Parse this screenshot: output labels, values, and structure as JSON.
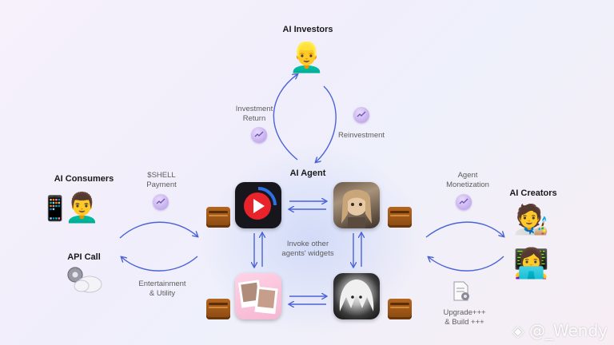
{
  "nodes": {
    "investors": {
      "title": "AI Investors",
      "icon": "man-blond-emoji"
    },
    "agent": {
      "title": "AI Agent"
    },
    "consumers": {
      "title": "AI Consumers",
      "icons": [
        "mobile-phone-emoji",
        "person-curly-hair-emoji"
      ]
    },
    "api": {
      "title": "API Call",
      "icon": "gear-cloud-icon"
    },
    "creators": {
      "title": "AI Creators",
      "icons": [
        "artist-emoji",
        "technologist-emoji"
      ]
    }
  },
  "labels": {
    "investment_return": "Investment\nReturn",
    "reinvestment": "Reinvestment",
    "shell_payment": "$SHELL\nPayment",
    "agent_monetization": "Agent\nMonetization",
    "invoke_widgets": "Invoke other\nagents' widgets",
    "entertainment": "Entertainment\n& Utility",
    "upgrade_build": "Upgrade+++\n& Build +++"
  },
  "apps": [
    {
      "name": "video-player-app-icon"
    },
    {
      "name": "anime-girl-app-icon"
    },
    {
      "name": "photo-collage-app-icon"
    },
    {
      "name": "white-hair-anime-app-icon"
    }
  ],
  "colors": {
    "arrow": "#4a63d8",
    "coin": "#c9b3ef",
    "wallet": "#a55a18",
    "video_red": "#e8232a",
    "video_blue": "#2f6fe0"
  },
  "watermark": "@_Wendy"
}
